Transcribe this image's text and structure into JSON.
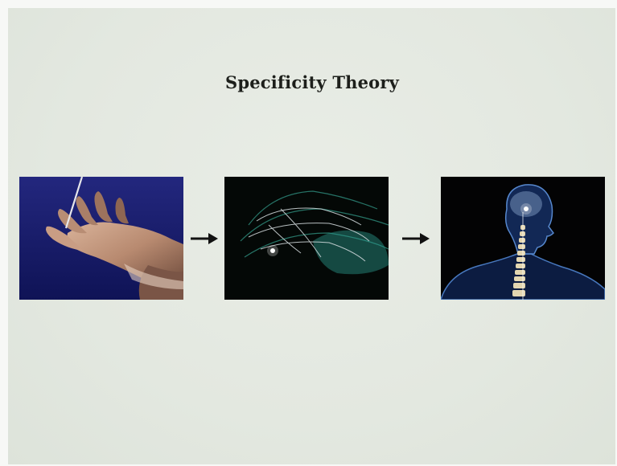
{
  "slide": {
    "title": "Specificity Theory",
    "images": [
      {
        "icon": "hand-pin-prick-illustration"
      },
      {
        "icon": "hand-nerve-pathway-illustration"
      },
      {
        "icon": "spinal-cord-brain-illustration"
      }
    ],
    "arrows": [
      {
        "icon": "right-arrow-icon"
      },
      {
        "icon": "right-arrow-icon"
      }
    ],
    "colors": {
      "background": "#e3e8e0",
      "title": "#1d1f1b",
      "panel1_bg": "#1a1f6e",
      "panel2_bg": "#040806",
      "panel3_bg": "#030304"
    }
  }
}
